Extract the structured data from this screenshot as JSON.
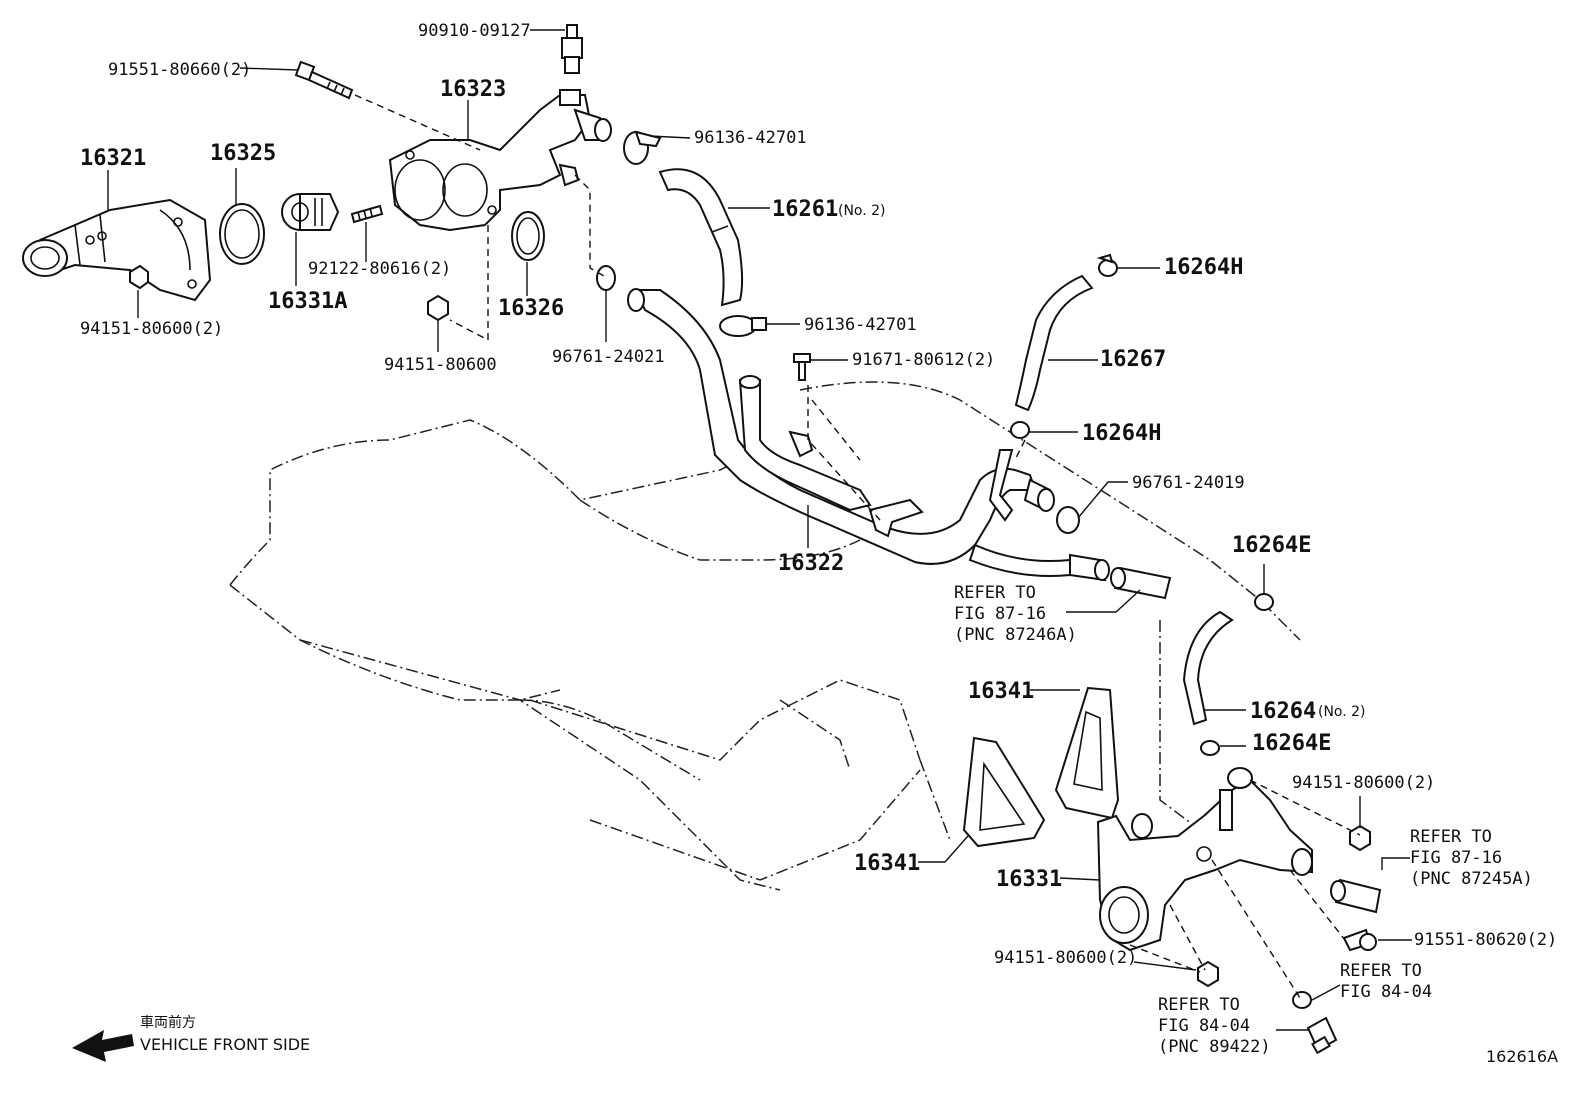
{
  "diagram": {
    "figure_code": "162616A",
    "front_jp": "車両前方",
    "front_en": "VEHICLE FRONT SIDE",
    "labels": {
      "p90910_09127": "90910-09127",
      "p91551_80660": "91551-80660(2)",
      "p16323": "16323",
      "p16321": "16321",
      "p16325": "16325",
      "p96136_42701_a": "96136-42701",
      "p16261": "16261",
      "p16261_note": "(No. 2)",
      "p92122_80616": "92122-80616(2)",
      "p16331A": "16331A",
      "p16326": "16326",
      "p94151_80600_a": "94151-80600(2)",
      "p94151_80600_b": "94151-80600",
      "p96761_24021": "96761-24021",
      "p96136_42701_b": "96136-42701",
      "p16264H_a": "16264H",
      "p16267": "16267",
      "p91671_80612": "91671-80612(2)",
      "p16264H_b": "16264H",
      "p96761_24019": "96761-24019",
      "p16322": "16322",
      "p16264E_a": "16264E",
      "p16341_a": "16341",
      "p16264": "16264",
      "p16264_note": "(No. 2)",
      "p16264E_b": "16264E",
      "p94151_80600_c": "94151-80600(2)",
      "p16341_b": "16341",
      "p16331": "16331",
      "p91551_80620": "91551-80620(2)",
      "p94151_80600_d": "94151-80600(2)"
    },
    "refs": {
      "ref1": [
        "REFER TO",
        "FIG 87-16",
        "(PNC 87246A)"
      ],
      "ref2": [
        "REFER TO",
        "FIG 87-16",
        "(PNC 87245A)"
      ],
      "ref3": [
        "REFER TO",
        "FIG 84-04"
      ],
      "ref4": [
        "REFER TO",
        "FIG 84-04",
        "(PNC 89422)"
      ]
    }
  }
}
